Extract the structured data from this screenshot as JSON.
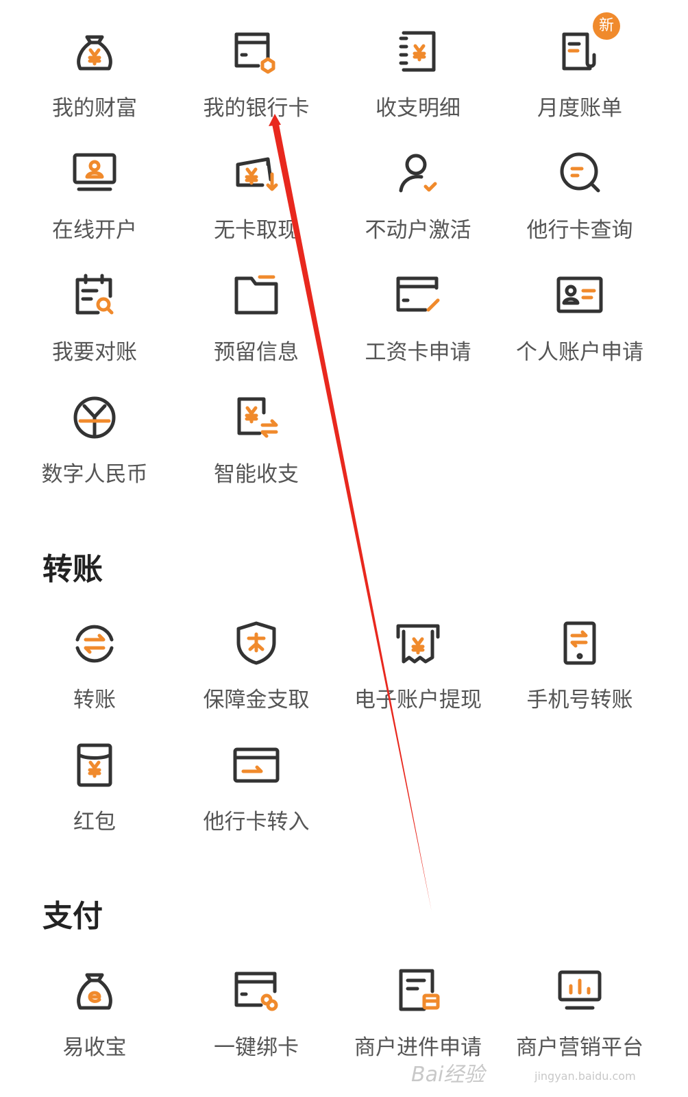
{
  "colors": {
    "accent": "#f08a2c",
    "icon_stroke": "#333333",
    "label": "#555555",
    "annotation": "#e8281e"
  },
  "groups": [
    {
      "title": "",
      "items": [
        {
          "label": "我的财富",
          "icon": "money-bag-icon"
        },
        {
          "label": "我的银行卡",
          "icon": "bank-card-icon"
        },
        {
          "label": "收支明细",
          "icon": "ledger-icon"
        },
        {
          "label": "月度账单",
          "icon": "bill-scroll-icon",
          "badge": "新"
        },
        {
          "label": "在线开户",
          "icon": "monitor-user-icon"
        },
        {
          "label": "无卡取现",
          "icon": "cash-withdraw-icon"
        },
        {
          "label": "不动户激活",
          "icon": "user-check-icon"
        },
        {
          "label": "他行卡查询",
          "icon": "search-chat-icon"
        },
        {
          "label": "我要对账",
          "icon": "calendar-search-icon"
        },
        {
          "label": "预留信息",
          "icon": "folder-icon"
        },
        {
          "label": "工资卡申请",
          "icon": "card-pen-icon"
        },
        {
          "label": "个人账户申请",
          "icon": "id-card-icon"
        },
        {
          "label": "数字人民币",
          "icon": "digital-rmb-icon"
        },
        {
          "label": "智能收支",
          "icon": "smart-exchange-icon"
        }
      ]
    },
    {
      "title": "转账",
      "items": [
        {
          "label": "转账",
          "icon": "transfer-cycle-icon"
        },
        {
          "label": "保障金支取",
          "icon": "shield-guarantee-icon"
        },
        {
          "label": "电子账户提现",
          "icon": "receipt-print-icon"
        },
        {
          "label": "手机号转账",
          "icon": "phone-transfer-icon"
        },
        {
          "label": "红包",
          "icon": "red-envelope-icon"
        },
        {
          "label": "他行卡转入",
          "icon": "card-transfer-in-icon"
        }
      ]
    },
    {
      "title": "支付",
      "items": [
        {
          "label": "易收宝",
          "icon": "e-bag-icon"
        },
        {
          "label": "一键绑卡",
          "icon": "card-link-icon"
        },
        {
          "label": "商户进件申请",
          "icon": "merchant-doc-icon"
        },
        {
          "label": "商户营销平台",
          "icon": "monitor-chart-icon"
        }
      ]
    }
  ],
  "watermark": {
    "brand": "Bai经验",
    "url": "jingyan.baidu.com"
  }
}
